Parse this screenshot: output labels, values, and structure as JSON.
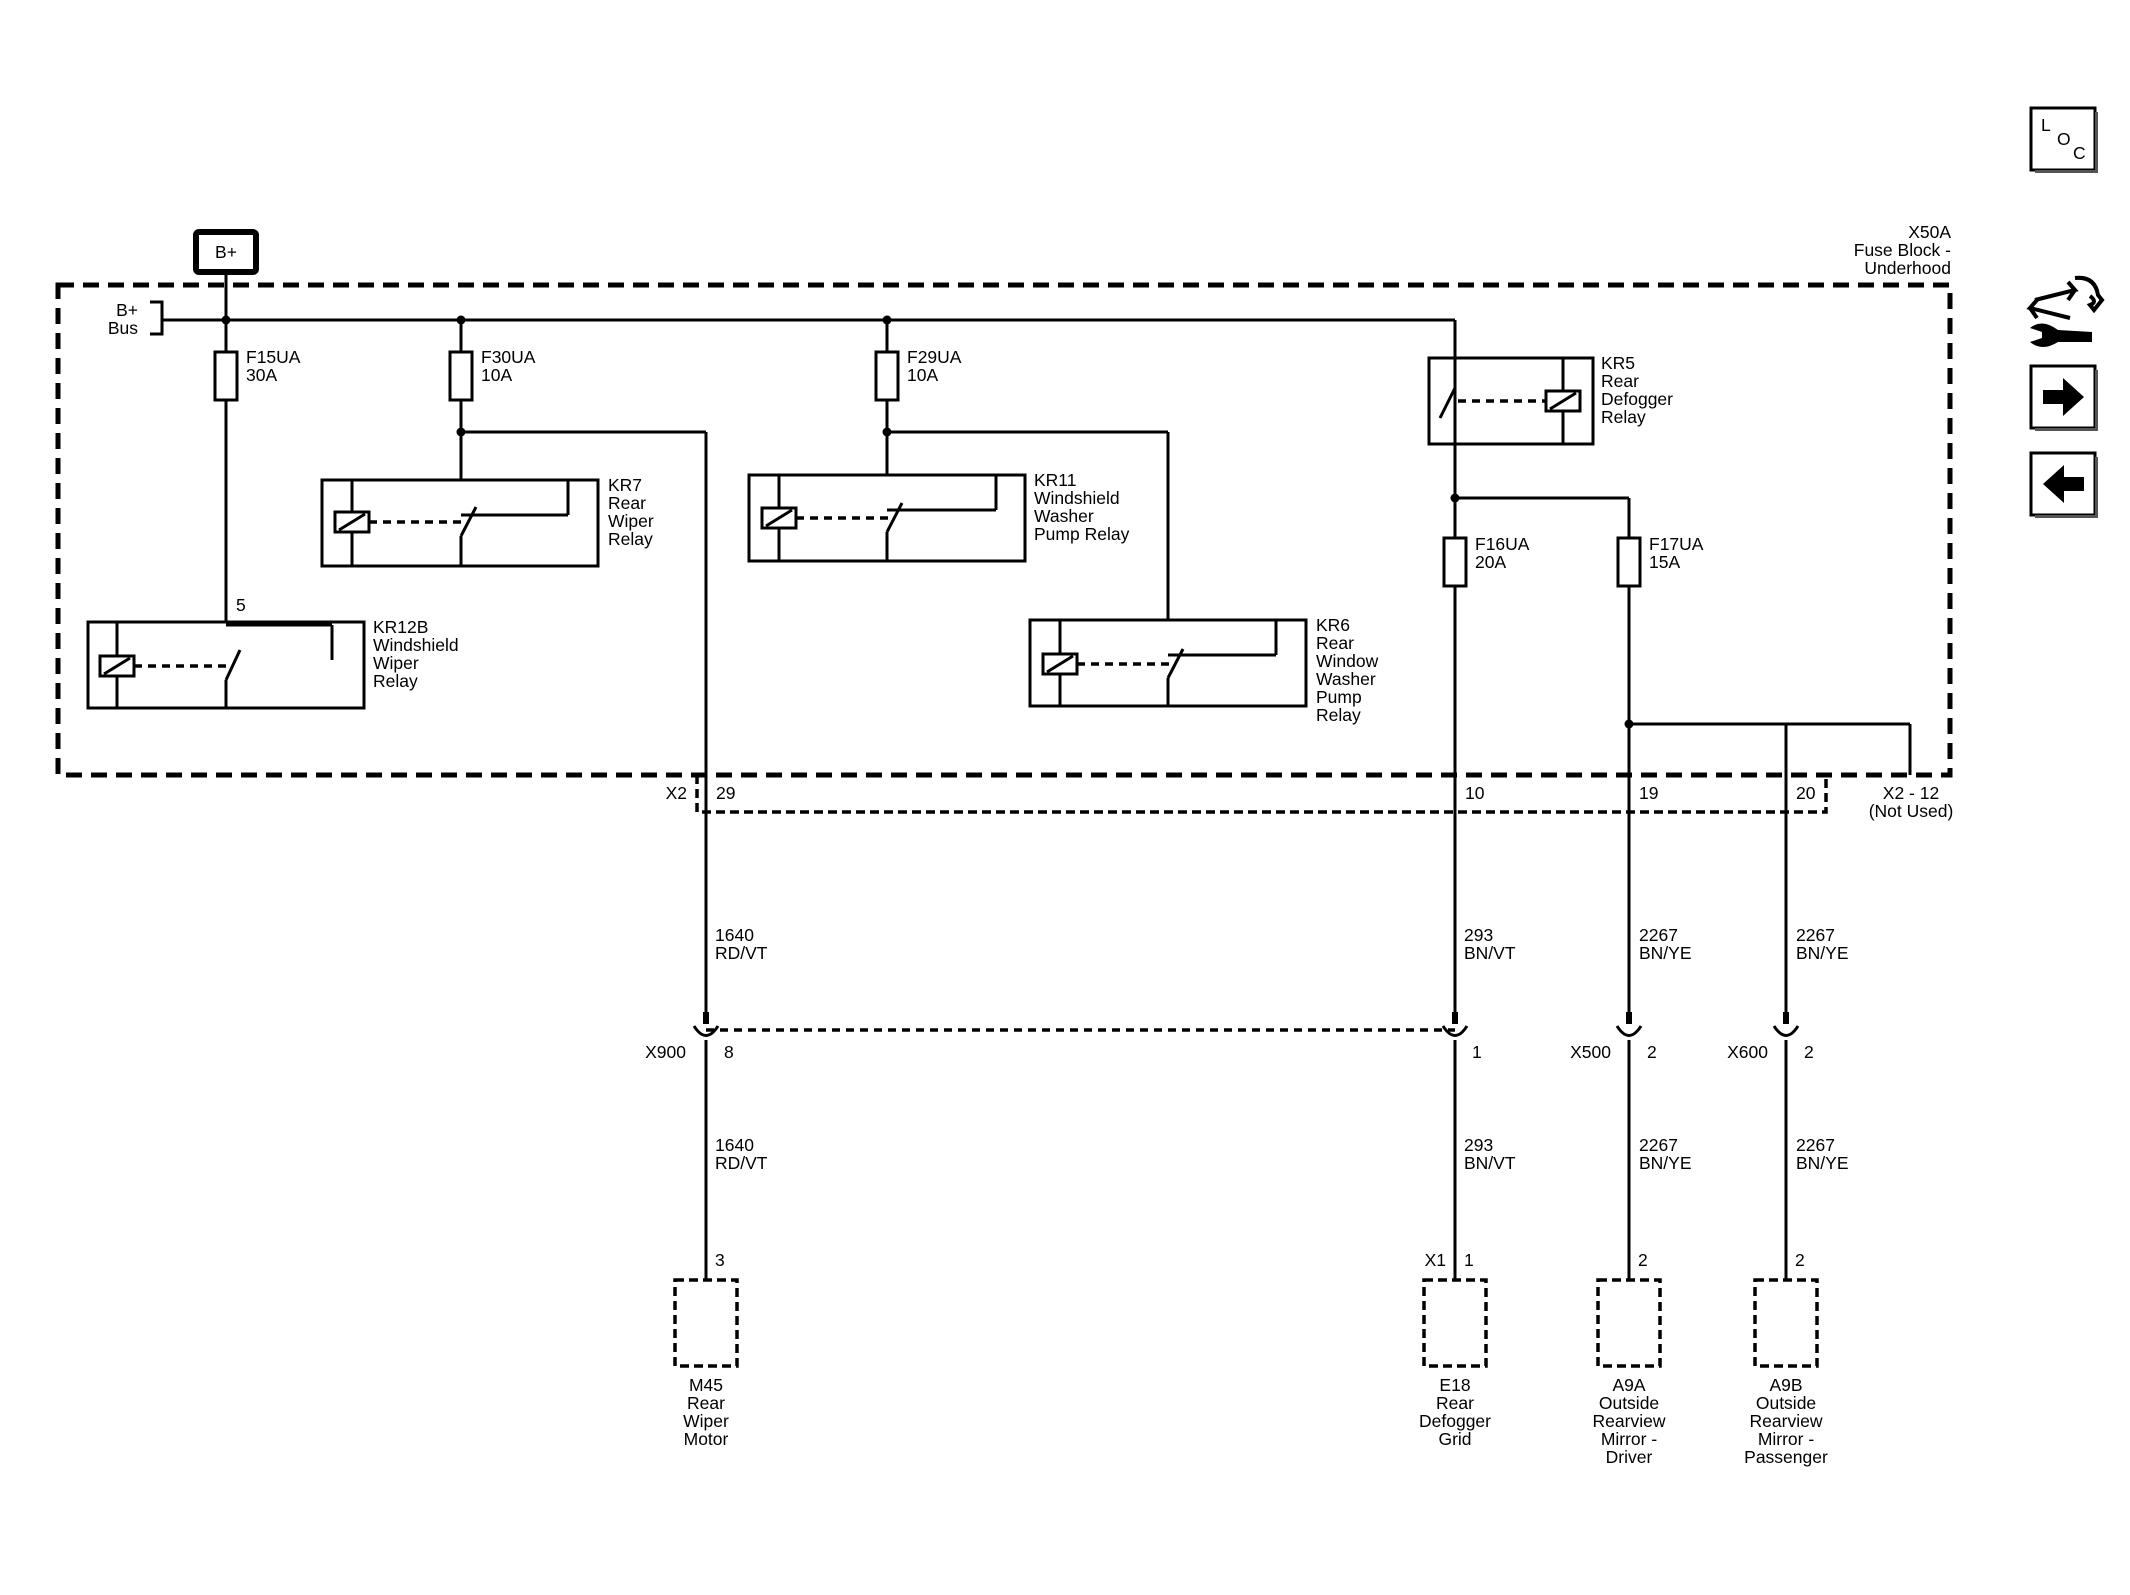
{
  "icons": {
    "loc": {
      "l": "L",
      "o": "O",
      "c": "C"
    },
    "connector_icon": "connector-wrench-icon",
    "next": "arrow-right-icon",
    "prev": "arrow-left-icon"
  },
  "power": {
    "label": "B+"
  },
  "fuse_block": {
    "line1": "X50A",
    "line2": "Fuse Block -",
    "line3": "Underhood"
  },
  "bus": {
    "line1": "B+",
    "line2": "Bus"
  },
  "fuses": {
    "f15": {
      "name": "F15UA",
      "rating": "30A"
    },
    "f30": {
      "name": "F30UA",
      "rating": "10A"
    },
    "f29": {
      "name": "F29UA",
      "rating": "10A"
    },
    "f16": {
      "name": "F16UA",
      "rating": "20A"
    },
    "f17": {
      "name": "F17UA",
      "rating": "15A"
    }
  },
  "relays": {
    "kr7": [
      "KR7",
      "Rear",
      "Wiper",
      "Relay"
    ],
    "kr11": [
      "KR11",
      "Windshield",
      "Washer",
      "Pump Relay"
    ],
    "kr5": [
      "KR5",
      "Rear",
      "Defogger",
      "Relay"
    ],
    "kr12b": [
      "KR12B",
      "Windshield",
      "Wiper",
      "Relay"
    ],
    "kr6": [
      "KR6",
      "Rear",
      "Window",
      "Washer",
      "Pump",
      "Relay"
    ],
    "kr12b_pin": "5"
  },
  "x2": {
    "label": "X2",
    "pins": {
      "p29": "29",
      "p10": "10",
      "p19": "19",
      "p20": "20"
    },
    "pin12": "X2 - 12",
    "not_used": "(Not Used)"
  },
  "wires": {
    "w1640_a": {
      "circuit": "1640",
      "color": "RD/VT"
    },
    "w293_a": {
      "circuit": "293",
      "color": "BN/VT"
    },
    "w2267_a": {
      "circuit": "2267",
      "color": "BN/YE"
    },
    "w2267_b": {
      "circuit": "2267",
      "color": "BN/YE"
    },
    "w1640_b": {
      "circuit": "1640",
      "color": "RD/VT"
    },
    "w293_b": {
      "circuit": "293",
      "color": "BN/VT"
    },
    "w2267_c": {
      "circuit": "2267",
      "color": "BN/YE"
    },
    "w2267_d": {
      "circuit": "2267",
      "color": "BN/YE"
    }
  },
  "inline": {
    "x900": {
      "name": "X900",
      "pin": "8"
    },
    "x900_pin1": "1",
    "x500": {
      "name": "X500",
      "pin": "2"
    },
    "x600": {
      "name": "X600",
      "pin": "2"
    }
  },
  "components": {
    "m45": {
      "pin": "3",
      "lines": [
        "M45",
        "Rear",
        "Wiper",
        "Motor"
      ]
    },
    "e18": {
      "conn": "X1",
      "pin": "1",
      "lines": [
        "E18",
        "Rear",
        "Defogger",
        "Grid"
      ]
    },
    "a9a": {
      "pin": "2",
      "lines": [
        "A9A",
        "Outside",
        "Rearview",
        "Mirror -",
        "Driver"
      ]
    },
    "a9b": {
      "pin": "2",
      "lines": [
        "A9B",
        "Outside",
        "Rearview",
        "Mirror -",
        "Passenger"
      ]
    }
  }
}
